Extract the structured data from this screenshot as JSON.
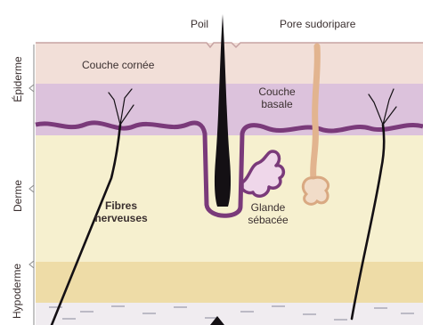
{
  "layers": {
    "epiderme": "Épiderme",
    "derme": "Derme",
    "hypoderme": "Hypoderme"
  },
  "labels": {
    "poil": "Poil",
    "pore": "Pore sudoripare",
    "couche_cornee": "Couche cornée",
    "couche_basale_1": "Couche",
    "couche_basale_2": "basale",
    "fibres_1": "Fibres",
    "fibres_2": "nerveuses",
    "glande_1": "Glande",
    "glande_2": "sébacée"
  },
  "colors": {
    "corneous": "#f2dfd8",
    "basal": "#dcc2dc",
    "dermis": "#f6f0cf",
    "hypodermis": "#eedca7",
    "membrane": "#7a3a7a",
    "hair": "#141014",
    "sweat": "#e2b48f"
  }
}
